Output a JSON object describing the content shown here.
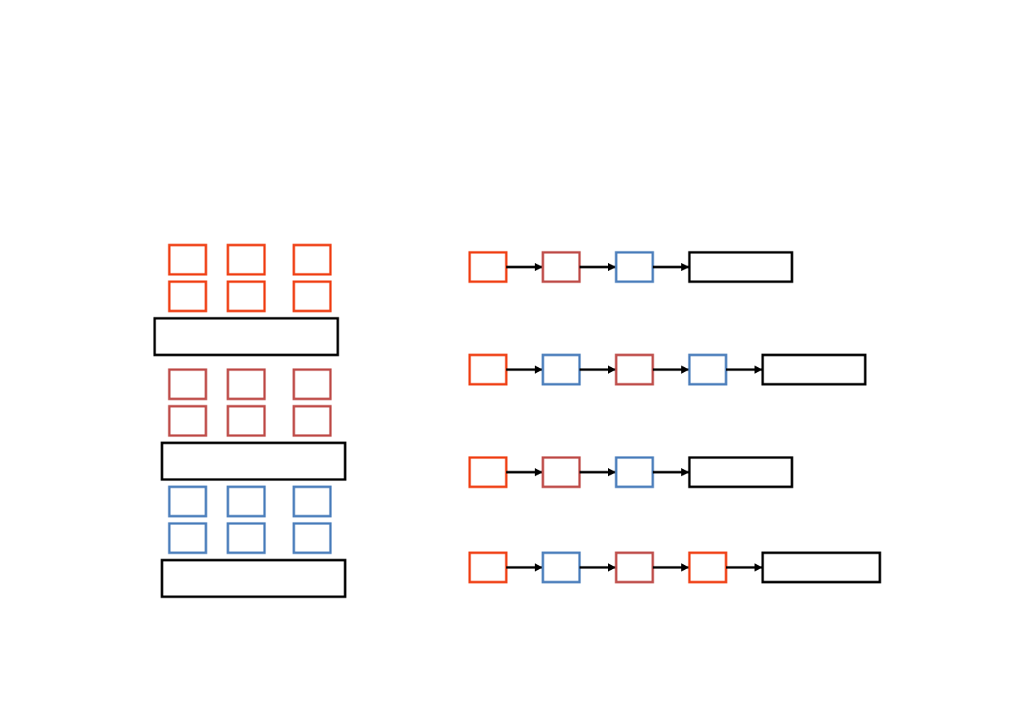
{
  "colors": {
    "orange": "#f0441a",
    "red": "#c0504d",
    "blue": "#4f81bd",
    "black": "#000000"
  },
  "groups": [
    {
      "color": "orange",
      "rows": 2,
      "cols": 3
    },
    {
      "color": "red",
      "rows": 2,
      "cols": 3
    },
    {
      "color": "blue",
      "rows": 2,
      "cols": 3
    }
  ],
  "chains": [
    {
      "steps": [
        "orange",
        "red",
        "blue"
      ]
    },
    {
      "steps": [
        "orange",
        "blue",
        "red",
        "blue"
      ]
    },
    {
      "steps": [
        "orange",
        "red",
        "blue"
      ]
    },
    {
      "steps": [
        "orange",
        "blue",
        "red",
        "orange"
      ]
    }
  ]
}
